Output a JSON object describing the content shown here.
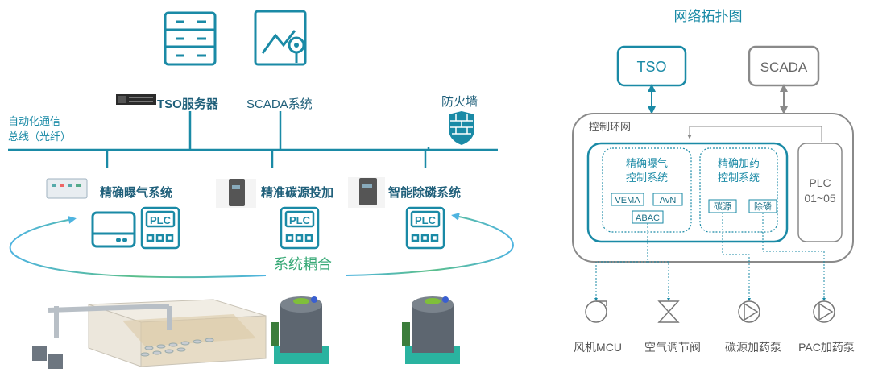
{
  "left": {
    "labels": {
      "bus_line1": "自动化通信",
      "bus_line2": "总线（光纤）",
      "tso_server": "TSO服务器",
      "scada_system": "SCADA系统",
      "firewall": "防火墙",
      "aeration": "精确曝气系统",
      "carbon": "精准碳源投加",
      "phosphorus": "智能除磷系统",
      "coupling": "系统耦合",
      "plc": "PLC"
    },
    "icons": [
      "server-icon",
      "monitor-chart-icon",
      "firewall-icon",
      "router-icon",
      "plc-icon"
    ]
  },
  "topology": {
    "title": "网络拓扑图",
    "tso": "TSO",
    "scada": "SCADA",
    "ring": "控制环网",
    "aeration_line1": "精确曝气",
    "aeration_line2": "控制系统",
    "dosing_line1": "精确加药",
    "dosing_line2": "控制系统",
    "vema": "VEMA",
    "avn": "AvN",
    "abac": "ABAC",
    "carbon_tag": "碳源",
    "phos_tag": "除磷",
    "plc_line1": "PLC",
    "plc_line2": "01~05",
    "devices": [
      "风机MCU",
      "空气调节阀",
      "碳源加药泵",
      "PAC加药泵"
    ]
  },
  "colors": {
    "teal": "#1a8aa6",
    "dark_teal": "#0e6f86",
    "grey": "#8a8a8a",
    "green": "#3aaa78"
  }
}
